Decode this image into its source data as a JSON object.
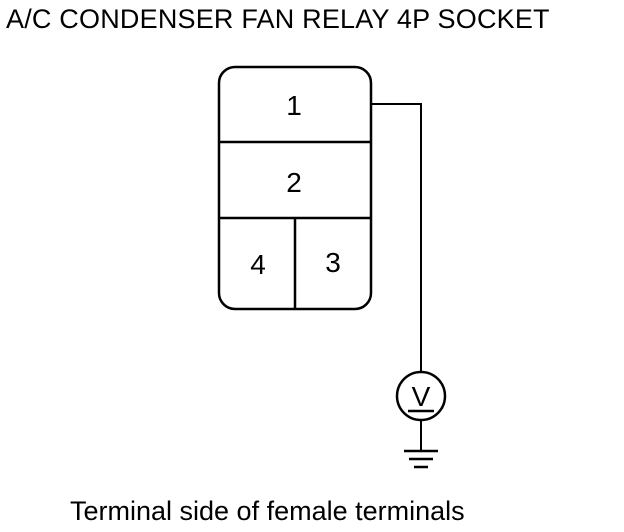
{
  "title": "A/C CONDENSER FAN RELAY 4P SOCKET",
  "connector": {
    "terminals": [
      {
        "id": "terminal-1",
        "label": "1"
      },
      {
        "id": "terminal-2",
        "label": "2"
      },
      {
        "id": "terminal-4",
        "label": "4"
      },
      {
        "id": "terminal-3",
        "label": "3"
      }
    ]
  },
  "meter": {
    "symbol": "V",
    "icon": "voltmeter-icon"
  },
  "ground": {
    "icon": "ground-icon"
  },
  "caption": "Terminal side of female terminals"
}
